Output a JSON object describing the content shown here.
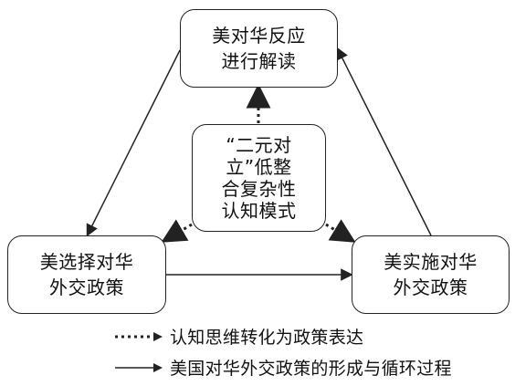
{
  "diagram": {
    "nodes": {
      "top": "美对华反应\n进行解读",
      "center": "“二元对\n立”低整\n合复杂性\n认知模式",
      "left": "美选择对华\n外交政策",
      "right": "美实施对华\n外交政策"
    },
    "legend": {
      "dotted": "认知思维转化为政策表达",
      "solid": "美国对华外交政策的形成与循环过程"
    }
  }
}
